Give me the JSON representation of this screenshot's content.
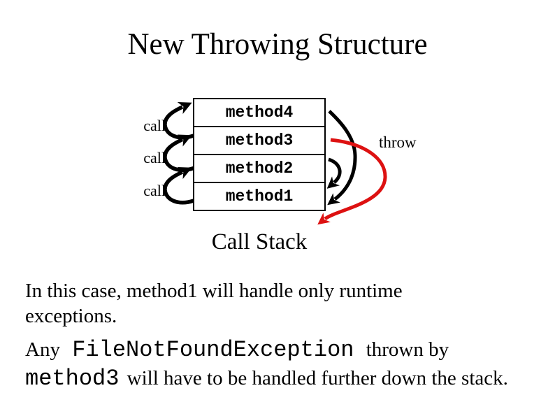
{
  "slide": {
    "title": "New Throwing Structure",
    "background_color": "#ffffff",
    "ink_color": "#000000",
    "throw_arrow_color": "#dd1111"
  },
  "diagram": {
    "caption": "Call Stack",
    "throw_label": "throw",
    "call_labels": [
      "call",
      "call",
      "call"
    ],
    "stack_frames": [
      {
        "label": "method4"
      },
      {
        "label": "method3"
      },
      {
        "label": "method2"
      },
      {
        "label": "method1"
      }
    ]
  },
  "body": {
    "paragraph1": {
      "line1": "In this case, method1 will handle only runtime",
      "line2": "exceptions."
    },
    "paragraph2": {
      "lead": "Any",
      "code1": "FileNotFoundException",
      "mid": "thrown by",
      "code2": "method3",
      "tail": "will have to be handled further down the stack."
    }
  }
}
